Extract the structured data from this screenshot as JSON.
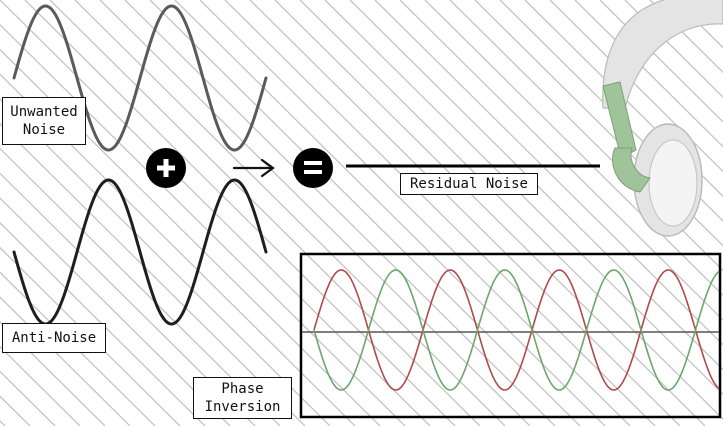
{
  "labels": {
    "unwanted": "Unwanted\nNoise",
    "anti": "Anti-Noise",
    "residual": "Residual Noise",
    "phase": "Phase\nInversion"
  },
  "symbols": {
    "plus": "+",
    "equals": "=",
    "arrow": "→"
  },
  "colors": {
    "unwanted_wave": "#5a5a5a",
    "anti_wave": "#1e1e1e",
    "stripe": "#c4c4c4",
    "phase_red": "#b04a4a",
    "phase_green": "#6aa86a",
    "headphone_body": "#e4e4e4",
    "headphone_accent": "#9fc49a"
  },
  "icons": [
    "plus-circle-icon",
    "equals-circle-icon",
    "arrow-right-icon",
    "headphones-icon"
  ]
}
